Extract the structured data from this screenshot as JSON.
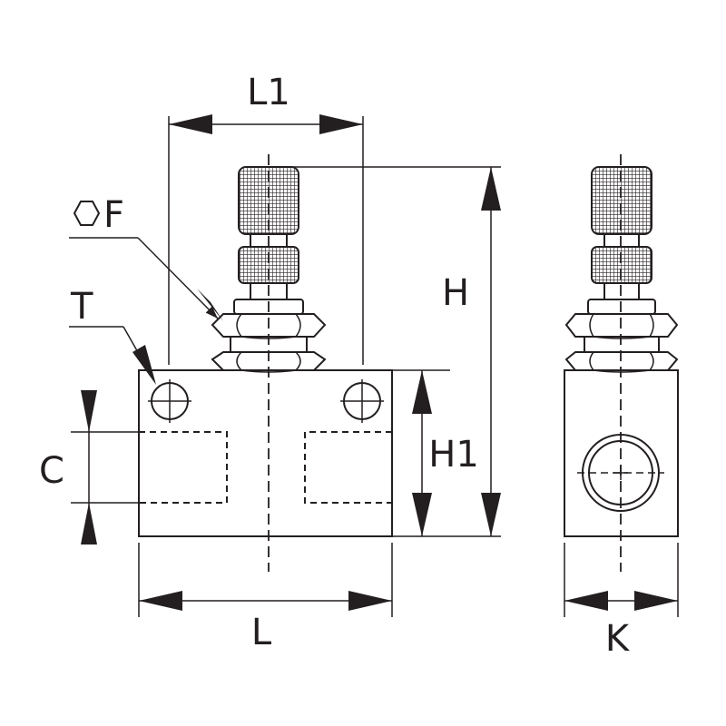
{
  "labels": {
    "l1": "L1",
    "f": "F",
    "t": "T",
    "h": "H",
    "h1": "H1",
    "c": "C",
    "l": "L",
    "k": "K"
  },
  "colors": {
    "line": "#231f20",
    "background": "#ffffff"
  }
}
